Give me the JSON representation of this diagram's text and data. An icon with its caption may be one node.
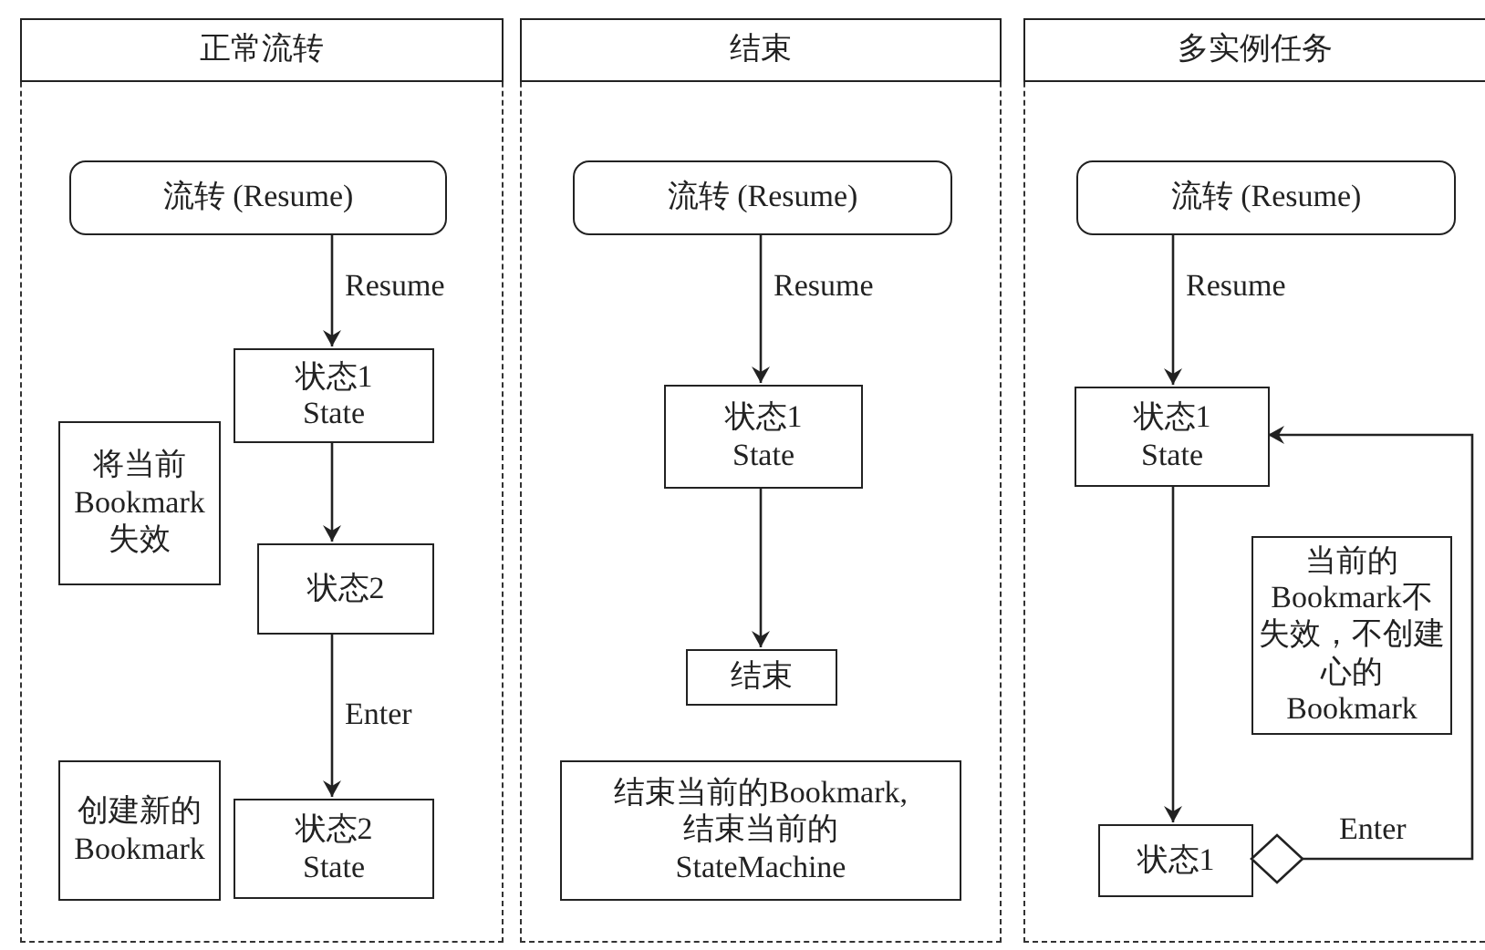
{
  "diagram": {
    "nodes": [
      {
        "text": [
          "正常流转"
        ]
      },
      {
        "text": [
          "流转 (Resume)"
        ],
        "in": 0
      },
      {
        "text": [
          "状态1 State"
        ],
        "in": 0
      },
      {
        "text": [
          "将当前Bookmark失效"
        ],
        "in": 0
      },
      {
        "text": [
          "状态2"
        ],
        "in": 0
      },
      {
        "text": [
          "创建新的Bookmark"
        ],
        "in": 0
      },
      {
        "text": [
          "状态2 State"
        ],
        "in": 0
      },
      {
        "text": [
          "结束"
        ]
      },
      {
        "text": [
          "流转 (Resume)"
        ],
        "in": 7
      },
      {
        "text": [
          "状态1 State"
        ],
        "in": 7
      },
      {
        "text": [
          "结束"
        ],
        "in": 7
      },
      {
        "text": [
          "结束当前的Bookmark, 结束当前的StateMachine"
        ],
        "in": 7
      },
      {
        "text": [
          "多实例任务"
        ]
      },
      {
        "text": [
          "流转 (Resume)"
        ],
        "in": 12
      },
      {
        "text": [
          "状态1 State"
        ],
        "in": 12
      },
      {
        "text": [
          "当前的Bookmark不失效，不创建心的Bookmark"
        ],
        "in": 12
      },
      {
        "text": [
          "状态1"
        ],
        "in": 12
      }
    ],
    "edges": [
      {
        "from": 1,
        "to": 2,
        "arrow": "to",
        "label": "Resume"
      },
      {
        "from": 2,
        "to": 4,
        "arrow": "to"
      },
      {
        "from": 4,
        "to": 6,
        "arrow": "to",
        "label": "Enter"
      },
      {
        "from": 8,
        "to": 9,
        "arrow": "to",
        "label": "Resume"
      },
      {
        "from": 9,
        "to": 10,
        "arrow": "to"
      },
      {
        "from": 13,
        "to": 14,
        "arrow": "to",
        "label": "Resume"
      },
      {
        "from": 14,
        "to": 16,
        "arrow": "to"
      },
      {
        "from": 16,
        "to": 14,
        "arrow": "to",
        "label": "Enter"
      }
    ]
  }
}
